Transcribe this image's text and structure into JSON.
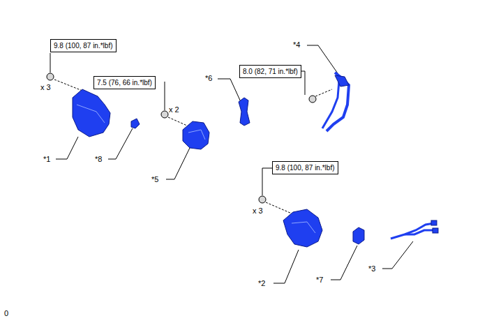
{
  "diagram": {
    "nodes": [
      {
        "text": [
          "9.8 (100, 87 in.*lbf)"
        ]
      },
      {
        "text": [
          "7.5 (76, 66 in.*lbf)"
        ]
      },
      {
        "text": [
          "8.0 (82, 71 in.*lbf)"
        ]
      },
      {
        "text": [
          "9.8 (100, 87 in.*lbf)"
        ]
      }
    ],
    "labels": [
      "x 3",
      "*1",
      "*8",
      "x 2",
      "*5",
      "*6",
      "*4",
      "*2",
      "*7",
      "*3",
      "x 3",
      "0"
    ]
  }
}
